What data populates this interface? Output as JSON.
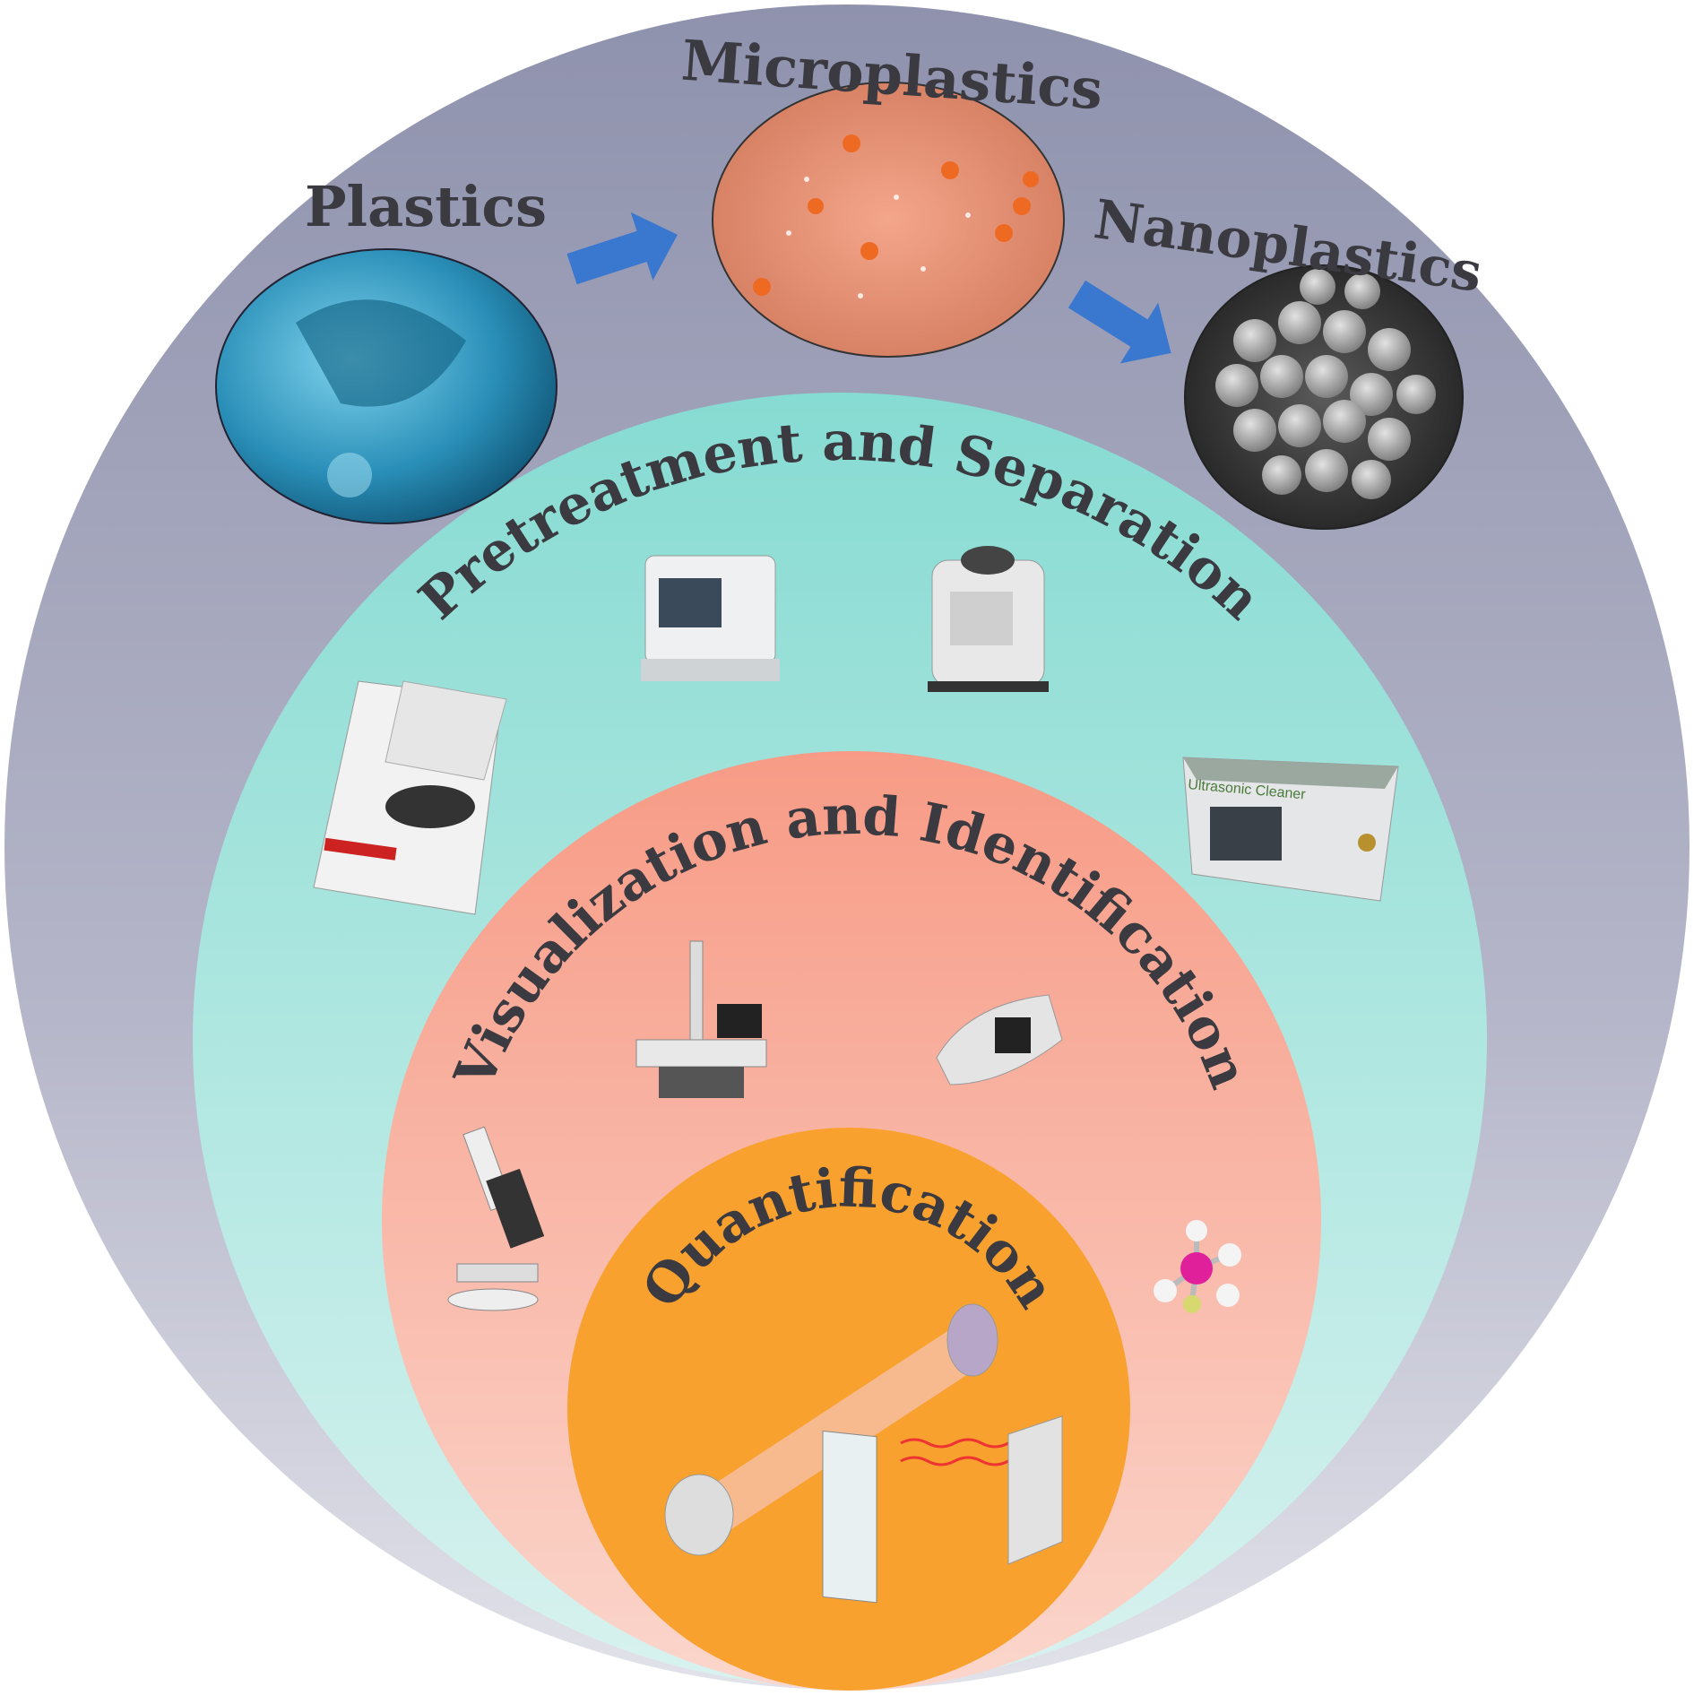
{
  "stages": {
    "plastics": "Plastics",
    "microplastics": "Microplastics",
    "nanoplastics": "Nanoplastics"
  },
  "rings": {
    "pretreatment": "Pretreatment and Separation",
    "visualization": "Visualization and Identification",
    "quantification": "Quantification"
  },
  "devices": {
    "ultrasonic_label": "Ultrasonic Cleaner"
  },
  "colors": {
    "outer": "#9ea0b8",
    "teal": "#8fdcd4",
    "salmon": "#f7a08c",
    "orange": "#f9a12e",
    "arrow": "#3a78d0"
  }
}
